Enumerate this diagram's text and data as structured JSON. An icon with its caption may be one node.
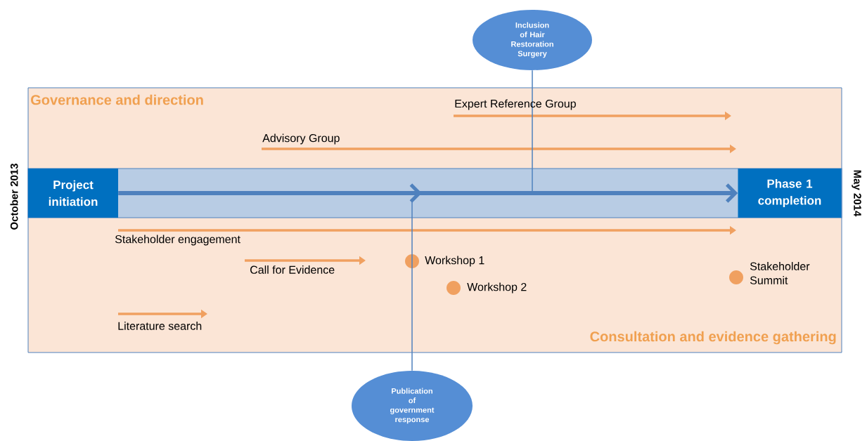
{
  "diagram": {
    "nodes": [
      {
        "text": [
          "Inclusion of Hair Restoration Surgery"
        ]
      },
      {
        "text": [
          "Project initiation"
        ]
      },
      {
        "text": [
          "Phase 1 completion"
        ]
      },
      {
        "text": [
          "Publication of government response"
        ]
      }
    ],
    "edges": [
      {
        "from": 0,
        "to": null,
        "arrow": "none"
      },
      {
        "from": 3,
        "to": null,
        "arrow": "none"
      },
      {
        "from": 1,
        "to": 2,
        "arrow": "to",
        "style": "thick"
      }
    ],
    "labels": [
      "Governance and direction",
      "Expert Reference Group",
      "Advisory Group",
      "October 2013",
      "May 2014",
      "Stakeholder engagement",
      "Call for Evidence",
      "Workshop 1",
      "Workshop 2",
      "Stakeholder Summit",
      "Literature search",
      "Consultation and evidence gathering"
    ]
  }
}
